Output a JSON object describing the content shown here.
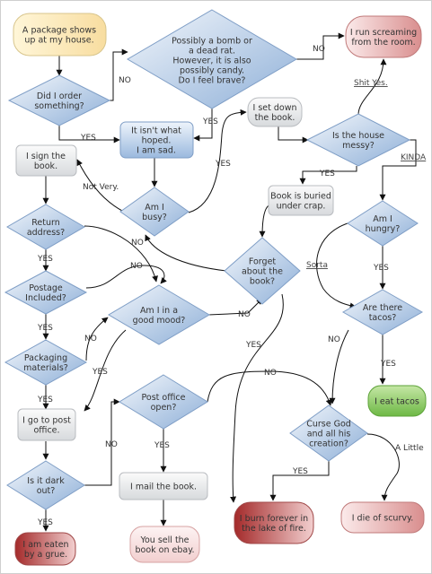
{
  "nodes": {
    "package": [
      "A package shows",
      "up at my house."
    ],
    "bomb": [
      "Possibly a bomb or",
      "a dead rat.",
      "However, it is also",
      "possibly candy.",
      "Do I feel brave?"
    ],
    "run": [
      "I run screaming",
      "from the room."
    ],
    "order": [
      "Did I order",
      "something?"
    ],
    "setdown": [
      "I set down",
      "the book."
    ],
    "messy": [
      "Is the house",
      "messy?"
    ],
    "sad": [
      "It isn't what",
      "hoped.",
      "I am sad."
    ],
    "sign": [
      "I sign the",
      "book."
    ],
    "busy": [
      "Am I",
      "busy?"
    ],
    "buried": [
      "Book is buried",
      "under crap."
    ],
    "hungry": [
      "Am I",
      "hungry?"
    ],
    "return": [
      "Return",
      "address?"
    ],
    "forget": [
      "Forget",
      "about the",
      "book?"
    ],
    "postage": [
      "Postage",
      "Included?"
    ],
    "mood": [
      "Am I in a",
      "good mood?"
    ],
    "tacos_q": [
      "Are there",
      "tacos?"
    ],
    "packaging": [
      "Packaging",
      "materials?"
    ],
    "eat_tacos": [
      "I eat tacos"
    ],
    "postoffice": [
      "I go to post",
      "office."
    ],
    "po_open": [
      "Post office",
      "open?"
    ],
    "curse": [
      "Curse God",
      "and all his",
      "creation?"
    ],
    "dark": [
      "Is it dark",
      "out?"
    ],
    "mail": [
      "I mail the book."
    ],
    "burn": [
      "I burn forever in",
      "the lake of fire."
    ],
    "scurvy": [
      "I die of scurvy."
    ],
    "grue": [
      "I am eaten",
      "by a grue."
    ],
    "sell": [
      "You sell the",
      "book on ebay."
    ]
  },
  "labels": {
    "no_bomb": "NO",
    "no_run": "NO",
    "yes_bomb": "YES",
    "yes_order": "YES",
    "shit_yes": "Shit Yes.",
    "yes_busy": "YES",
    "not_very": "Not Very.",
    "yes_messy": "YES",
    "kinda": "KINDA",
    "no_busy": "NO",
    "yes_return": "YES",
    "no_postage": "NO",
    "sorta": "Sorta",
    "yes_hungry": "YES",
    "no_mood": "NO",
    "yes_postage": "YES",
    "no_packaging": "NO",
    "yes_forget": "YES",
    "no_tacos": "NO",
    "yes_mood": "YES",
    "yes_tacos": "YES",
    "yes_packaging": "YES",
    "no_po": "NO",
    "no_dark": "NO",
    "yes_po": "YES",
    "a_little": "A Little",
    "yes_curse": "YES",
    "yes_dark": "YES"
  }
}
